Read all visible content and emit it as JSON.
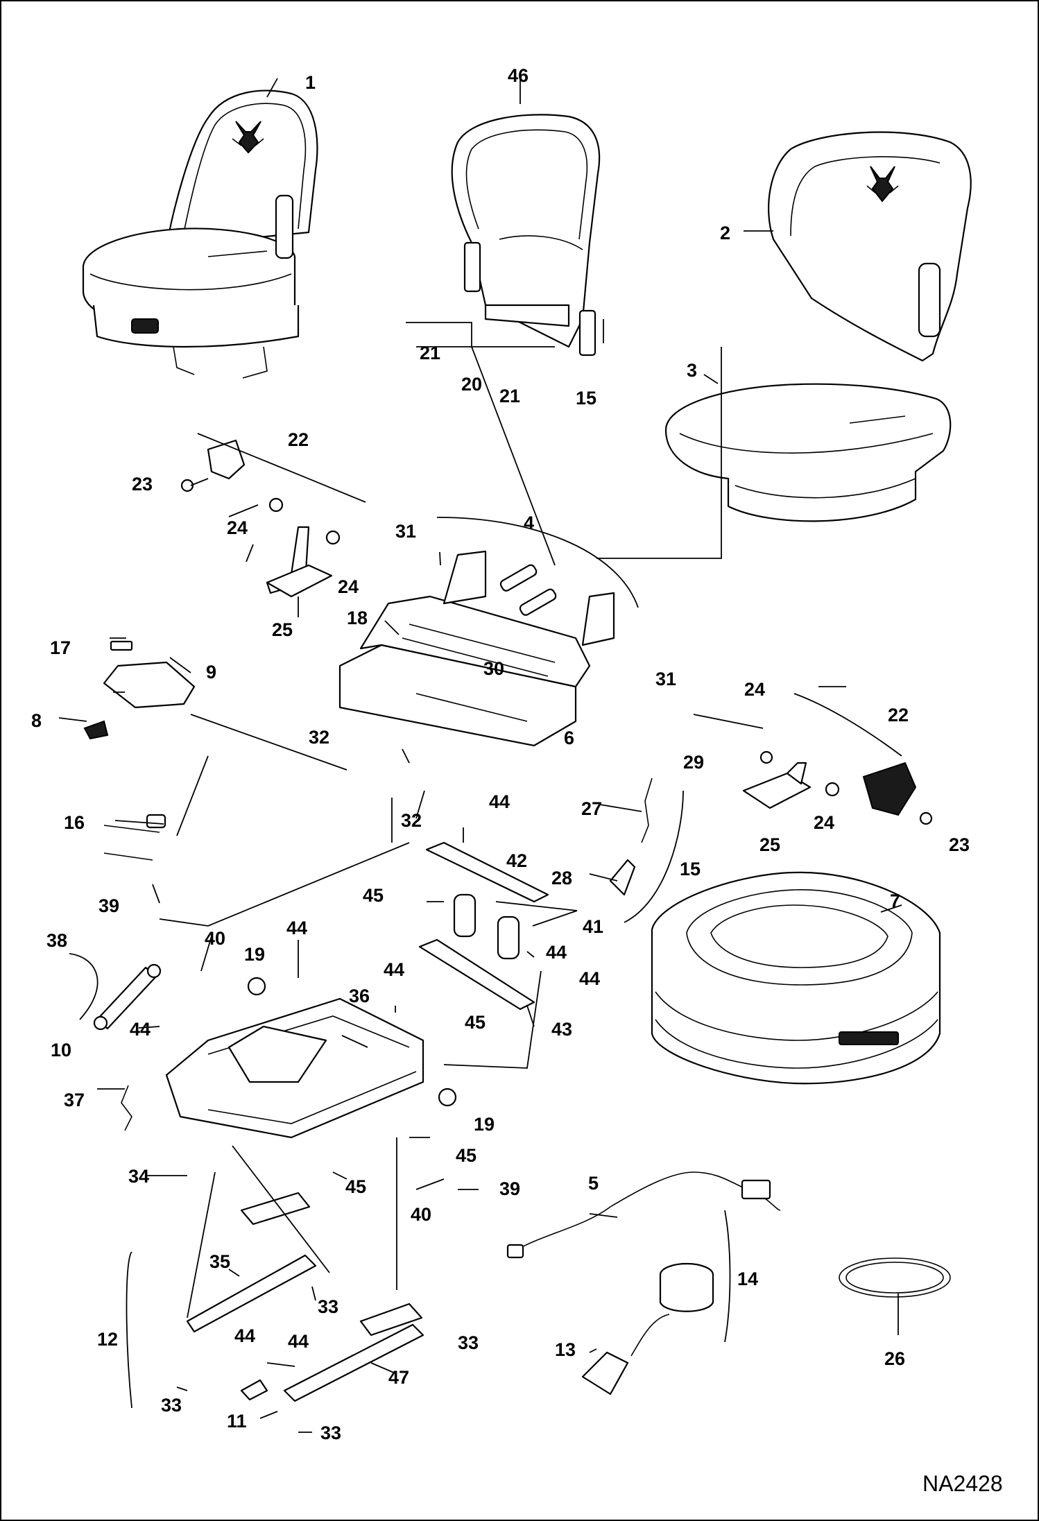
{
  "figure_code": "NA2428",
  "callouts": {
    "c1": "1",
    "c2": "2",
    "c3": "3",
    "c4": "4",
    "c5": "5",
    "c6": "6",
    "c7": "7",
    "c8": "8",
    "c9": "9",
    "c10": "10",
    "c11": "11",
    "c12": "12",
    "c13": "13",
    "c14": "14",
    "c15a": "15",
    "c15b": "15",
    "c16": "16",
    "c17": "17",
    "c18": "18",
    "c19a": "19",
    "c19b": "19",
    "c20": "20",
    "c21a": "21",
    "c21b": "21",
    "c22a": "22",
    "c22b": "22",
    "c23a": "23",
    "c23b": "23",
    "c24a": "24",
    "c24b": "24",
    "c24c": "24",
    "c24d": "24",
    "c25a": "25",
    "c25b": "25",
    "c26": "26",
    "c27": "27",
    "c28": "28",
    "c29": "29",
    "c30": "30",
    "c31a": "31",
    "c31b": "31",
    "c32a": "32",
    "c32b": "32",
    "c33a": "33",
    "c33b": "33",
    "c33c": "33",
    "c33d": "33",
    "c34": "34",
    "c35": "35",
    "c36": "36",
    "c37": "37",
    "c38": "38",
    "c39a": "39",
    "c39b": "39",
    "c40a": "40",
    "c40b": "40",
    "c41": "41",
    "c42": "42",
    "c43": "43",
    "c44a": "44",
    "c44b": "44",
    "c44c": "44",
    "c44d": "44",
    "c44e": "44",
    "c44f": "44",
    "c44g": "44",
    "c44h": "44",
    "c45a": "45",
    "c45b": "45",
    "c45c": "45",
    "c45d": "45",
    "c46": "46",
    "c47": "47"
  }
}
